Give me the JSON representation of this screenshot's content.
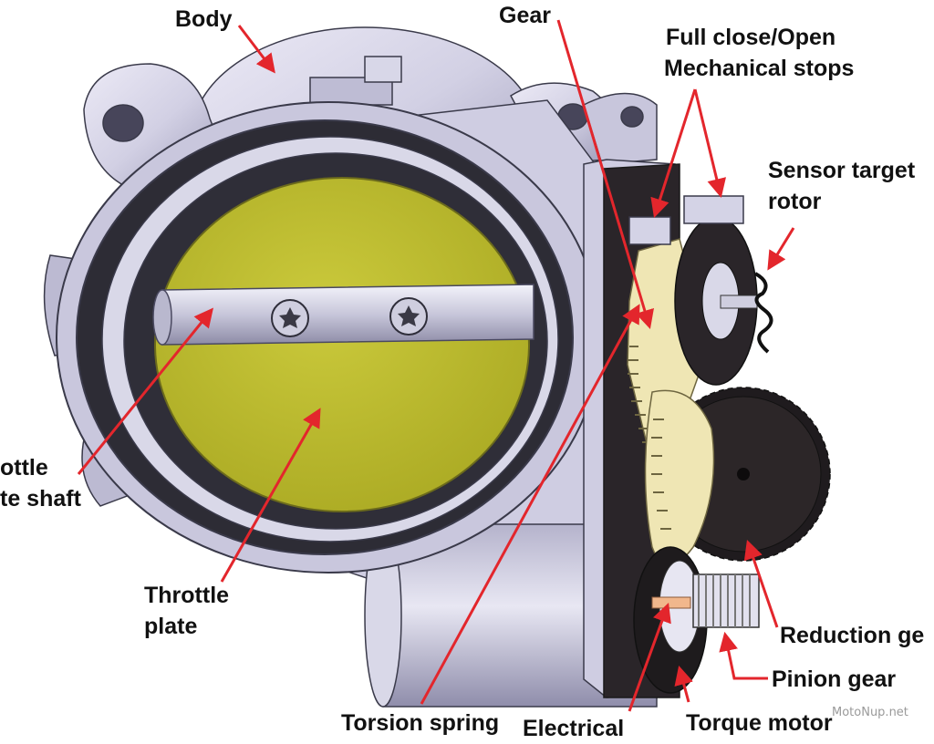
{
  "colors": {
    "arrow": "#e3262c",
    "body_metal": "#d4d3e6",
    "body_shadow": "#8e8ca8",
    "plate": "#c3c233",
    "gear_dark": "#2b2628",
    "gear_light": "#efe6b4",
    "label_text": "#111111"
  },
  "labels": {
    "body": "Body",
    "gear": "Gear",
    "stops_line1": "Full close/Open",
    "stops_line2": "Mechanical stops",
    "sensor_line1": "Sensor target",
    "sensor_line2": "rotor",
    "shaft_line1": "ottle",
    "shaft_line2": "te shaft",
    "plate_line1": "Throttle",
    "plate_line2": "plate",
    "torsion_spring": "Torsion spring",
    "electrical": "Electrical",
    "torque_motor": "Torque motor",
    "reduction_gear": "Reduction ge",
    "pinion_gear": "Pinion gear"
  },
  "watermark": "MotoNup.net"
}
